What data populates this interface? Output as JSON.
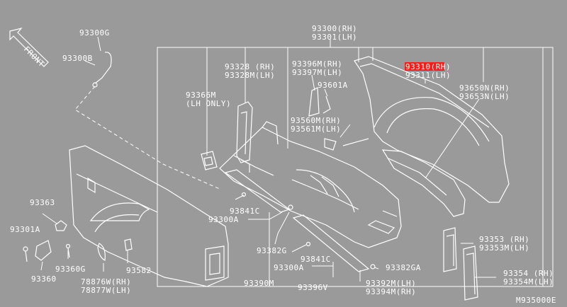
{
  "labels": {
    "front": "FRONT",
    "p93300g": "93300G",
    "p93300b": "93300B",
    "p93300rh": "93300(RH)",
    "p93301lh": "93301(LH)",
    "p93328rh": "93328 (RH)",
    "p93328mlh": "93328M(LH)",
    "p93396mrh": "93396M(RH)",
    "p93397mlh": "93397M(LH)",
    "p93310rh": "93310(RH)",
    "p93311lh": "93311(LH)",
    "p93366m": "93366M",
    "lhonly": "(LH ONLY)",
    "p93601a": "93601A",
    "p93650nrh": "93650N(RH)",
    "p93653nlh": "93653N(LH)",
    "p93560mrh": "93560M(RH)",
    "p93561mlh": "93561M(LH)",
    "p93363": "93363",
    "p93301a": "93301A",
    "p93841c_1": "93841C",
    "p93300a_1": "93300A",
    "p93382g": "93382G",
    "p93841c_2": "93841C",
    "p93300a_2": "93300A",
    "p93382ga": "93382GA",
    "p93353rh": "93353 (RH)",
    "p93353mlh": "93353M(LH)",
    "p93360g": "93360G",
    "p93360": "93360",
    "p78876wrh": "78876W(RH)",
    "p78877wlh": "78877W(LH)",
    "p93582": "93582",
    "p93390m": "93390M",
    "p93396v": "93396V",
    "p93392mlh": "93392M(LH)",
    "p93394mrh": "93394M(RH)",
    "p93354rh": "93354 (RH)",
    "p93354mlh": "93354M(LH)",
    "code": "M935000E"
  },
  "colors": {
    "background": "#9a9a9a",
    "line": "#ffffff",
    "highlight": "#ff1a1a"
  },
  "icons": {
    "front_arrow": "arrow-up-left-icon"
  }
}
